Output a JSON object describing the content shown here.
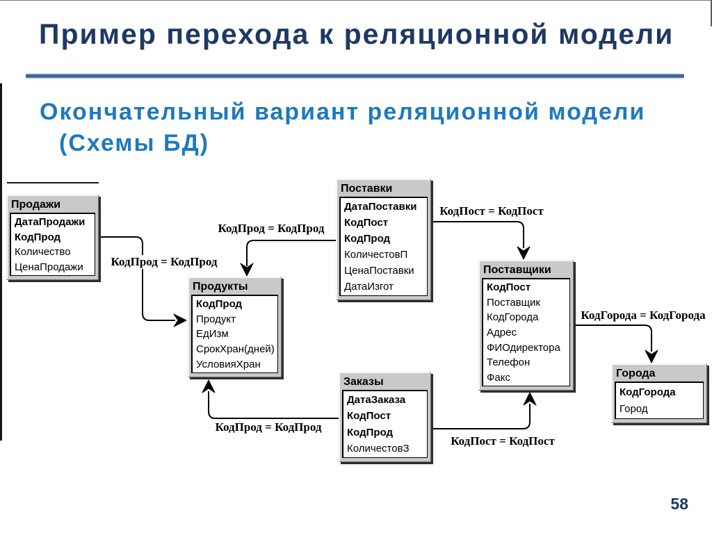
{
  "slide": {
    "title": "Пример перехода к реляционной модели",
    "subtitle": {
      "line1": "Окончательный вариант реляционной модели",
      "line2": "(Схемы БД)"
    },
    "page_number": "58",
    "colors": {
      "title_navy": "#1F3864",
      "subtitle_blue": "#1E79BE",
      "rule_blue": "#3D639C",
      "table_frame_gray": "#C9C9C9"
    }
  },
  "diagram": {
    "tables": [
      {
        "title": "Продажи",
        "fields": [
          {
            "name": "ДатаПродажи",
            "key": true
          },
          {
            "name": "КодПрод",
            "key": true
          },
          {
            "name": "Количество",
            "key": false
          },
          {
            "name": "ЦенаПродажи",
            "key": false
          }
        ]
      },
      {
        "title": "Поставки",
        "fields": [
          {
            "name": "ДатаПоставки",
            "key": true
          },
          {
            "name": "КодПост",
            "key": true
          },
          {
            "name": "КодПрод",
            "key": true
          },
          {
            "name": "КоличестовП",
            "key": false
          },
          {
            "name": "ЦенаПоставки",
            "key": false
          },
          {
            "name": "ДатаИзгот",
            "key": false
          }
        ]
      },
      {
        "title": "Продукты",
        "fields": [
          {
            "name": "КодПрод",
            "key": true
          },
          {
            "name": "Продукт",
            "key": false
          },
          {
            "name": "ЕдИзм",
            "key": false
          },
          {
            "name": "СрокХран(дней)",
            "key": false
          },
          {
            "name": "УсловияХран",
            "key": false
          }
        ]
      },
      {
        "title": "Поставщики",
        "fields": [
          {
            "name": "КодПост",
            "key": true
          },
          {
            "name": "Поставщик",
            "key": false
          },
          {
            "name": "КодГорода",
            "key": false
          },
          {
            "name": "Адрес",
            "key": false
          },
          {
            "name": "ФИОдиректора",
            "key": false
          },
          {
            "name": "Телефон",
            "key": false
          },
          {
            "name": "Факс",
            "key": false
          }
        ]
      },
      {
        "title": "Заказы",
        "fields": [
          {
            "name": "ДатаЗаказа",
            "key": true
          },
          {
            "name": "КодПост",
            "key": true
          },
          {
            "name": "КодПрод",
            "key": true
          },
          {
            "name": "КоличестовЗ",
            "key": false
          }
        ]
      },
      {
        "title": "Города",
        "fields": [
          {
            "name": "КодГорода",
            "key": true
          },
          {
            "name": "Город",
            "key": false
          }
        ]
      }
    ],
    "relations": [
      {
        "label": "КодПрод = КодПрод",
        "from": "Продажи",
        "to": "Продукты"
      },
      {
        "label": "КодПрод = КодПрод",
        "from": "Поставки",
        "to": "Продукты"
      },
      {
        "label": "КодПост = КодПост",
        "from": "Поставки",
        "to": "Поставщики"
      },
      {
        "label": "КодГорода = КодГорода",
        "from": "Поставщики",
        "to": "Города"
      },
      {
        "label": "КодПрод = КодПрод",
        "from": "Заказы",
        "to": "Продукты"
      },
      {
        "label": "КодПост = КодПост",
        "from": "Заказы",
        "to": "Поставщики"
      }
    ]
  }
}
